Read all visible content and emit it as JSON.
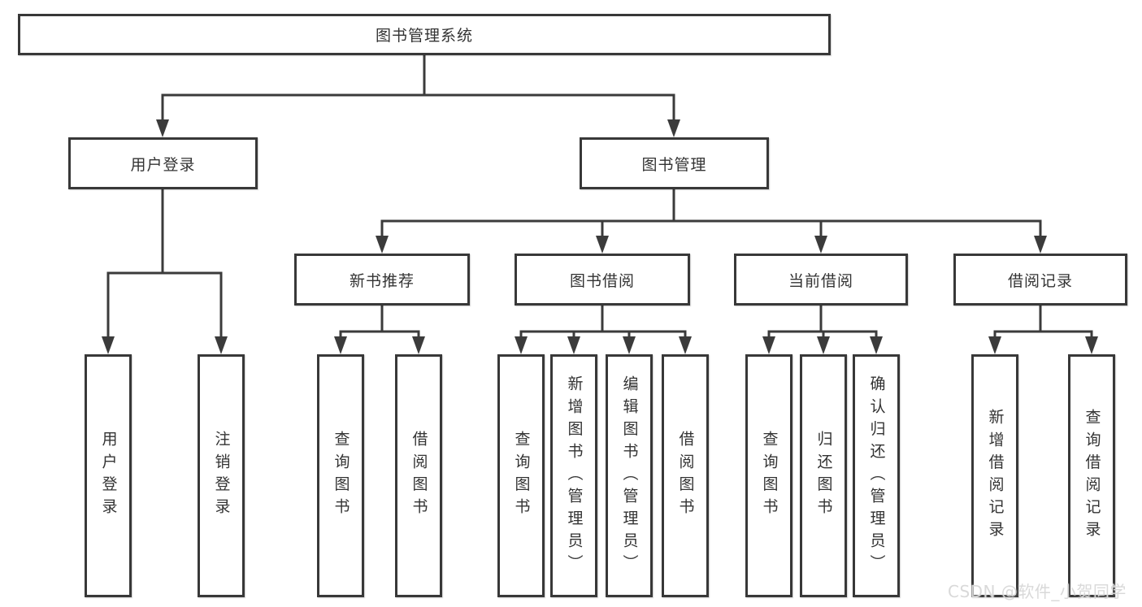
{
  "colors": {
    "line": "#3b3b3b",
    "box_border": "#383838",
    "box_fill": "#ffffff",
    "text": "#333333",
    "watermark_text_color": "#d7d7d7"
  },
  "watermark": "CSDN @软件_小贺同学",
  "tree": {
    "root": "图书管理系统",
    "children": [
      {
        "label": "用户登录",
        "children": [
          "用户登录",
          "注销登录"
        ]
      },
      {
        "label": "图书管理",
        "children": [
          {
            "label": "新书推荐",
            "children": [
              "查询图书",
              "借阅图书"
            ]
          },
          {
            "label": "图书借阅",
            "children": [
              "查询图书",
              "新增图书（管理员）",
              "编辑图书（管理员）",
              "借阅图书"
            ]
          },
          {
            "label": "当前借阅",
            "children": [
              "查询图书",
              "归还图书",
              "确认归还（管理员）"
            ]
          },
          {
            "label": "借阅记录",
            "children": [
              "新增借阅记录",
              "查询借阅记录"
            ]
          }
        ]
      }
    ]
  }
}
